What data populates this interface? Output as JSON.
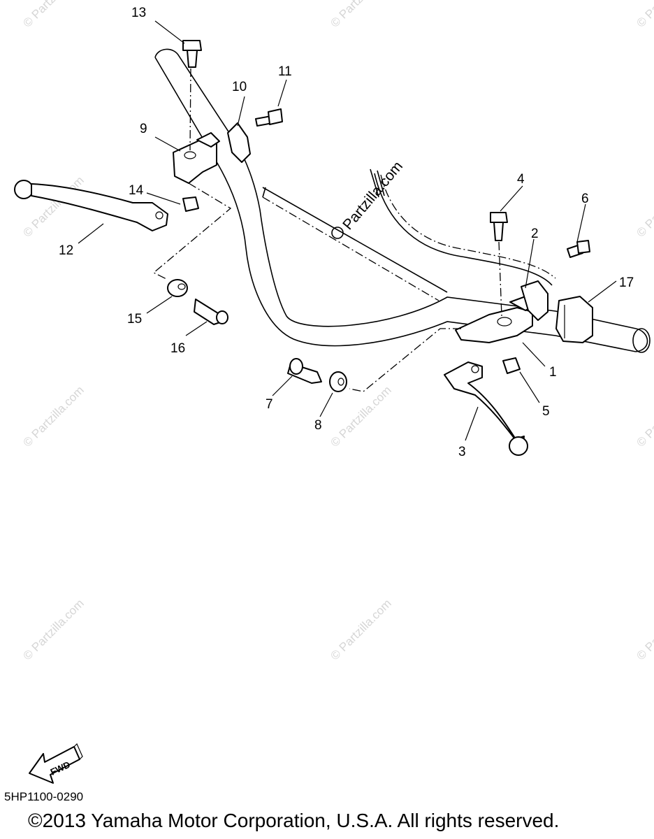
{
  "diagram": {
    "drawing_code": "5HP1100-0290",
    "copyright": "©2013 Yamaha Motor Corporation, U.S.A. All rights reserved.",
    "fwd_label": "FWD",
    "watermark_main": "Partzilla.com",
    "watermark_repeat": "© Partzilla.com",
    "callouts": [
      "1",
      "2",
      "3",
      "4",
      "5",
      "6",
      "7",
      "8",
      "9",
      "10",
      "11",
      "12",
      "13",
      "14",
      "15",
      "16",
      "17"
    ]
  }
}
